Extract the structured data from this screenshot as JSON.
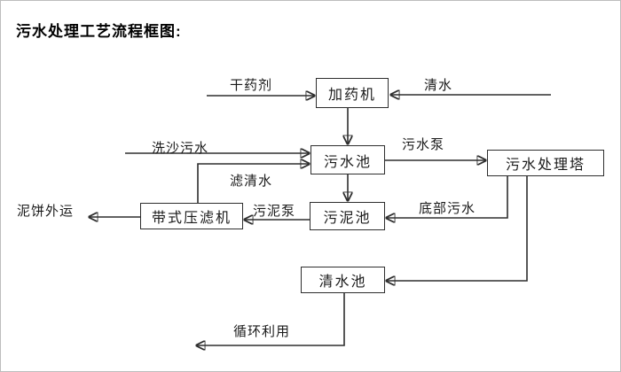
{
  "title": "污水处理工艺流程框图:",
  "diagram": {
    "nodes": {
      "dosing_machine": {
        "label": "加药机"
      },
      "sewage_pool": {
        "label": "污水池"
      },
      "treatment_tower": {
        "label": "污水处理塔"
      },
      "belt_filter_press": {
        "label": "带式压滤机"
      },
      "sludge_pool": {
        "label": "污泥池"
      },
      "clear_water_pool": {
        "label": "清水池"
      }
    },
    "edge_labels": {
      "dry_agent": "干药剂",
      "clear_water": "清水",
      "sand_washing_sewage": "洗沙污水",
      "sewage_pump": "污水泵",
      "filtered_water": "滤清水",
      "sludge_pump": "污泥泵",
      "bottom_sewage": "底部污水",
      "mud_cake_outbound": "泥饼外运",
      "recycling": "循环利用"
    }
  },
  "colors": {
    "line": "#2e2e2e",
    "box_border": "#2e2e2e",
    "text": "#1a1a1a",
    "background": "#ffffff",
    "page_border": "#bdbdbd"
  }
}
